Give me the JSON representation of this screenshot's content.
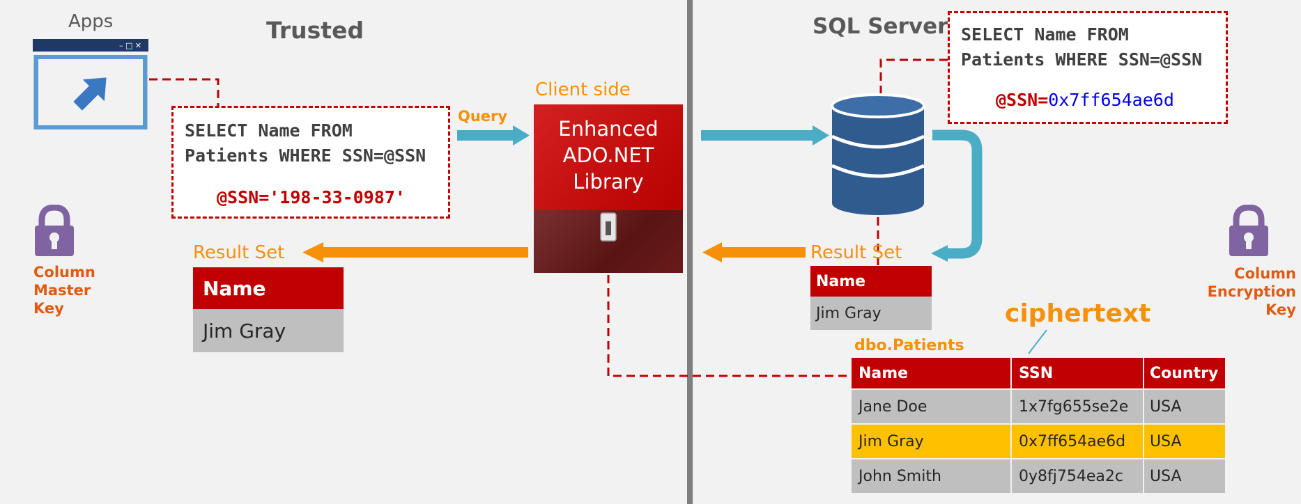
{
  "labels": {
    "apps": "Apps",
    "trusted": "Trusted",
    "sql_server": "SQL Server",
    "client_side": "Client side",
    "query": "Query",
    "ciphertext": "ciphertext",
    "dbo_patients": "dbo.Patients"
  },
  "library": {
    "line1": "Enhanced",
    "line2": "ADO.NET",
    "line3": "Library"
  },
  "client_query": {
    "line1": "SELECT Name FROM",
    "line2": "Patients WHERE SSN=@SSN",
    "param": "@SSN='198-33-0987'"
  },
  "server_query": {
    "line1": "SELECT Name FROM",
    "line2": "Patients WHERE SSN=@SSN",
    "param_name": "@SSN=",
    "param_value": "0x7ff654ae6d"
  },
  "cmk": {
    "line1": "Column",
    "line2": "Master",
    "line3": "Key"
  },
  "cek": {
    "line1": "Column",
    "line2": "Encryption",
    "line3": "Key"
  },
  "client_result": {
    "label": "Result Set",
    "header": "Name",
    "value": "Jim Gray"
  },
  "server_result": {
    "label": "Result Set",
    "header": "Name",
    "value": "Jim Gray"
  },
  "patients_table": {
    "headers": [
      "Name",
      "SSN",
      "Country"
    ],
    "rows": [
      [
        "Jane Doe",
        "1x7fg655se2e",
        "USA"
      ],
      [
        "Jim Gray",
        "0x7ff654ae6d",
        "USA"
      ],
      [
        "John Smith",
        "0y8fj754ea2c",
        "USA"
      ]
    ],
    "highlight_row": 1
  },
  "colors": {
    "dashed_red": "#c00000",
    "arrow_blue": "#4bacc6",
    "arrow_orange": "#f79009",
    "table_header": "#c00000",
    "row_gray": "#bfbfbf",
    "row_highlight": "#ffc000",
    "lock": "#8064a2",
    "database": "#2f5b8f"
  }
}
